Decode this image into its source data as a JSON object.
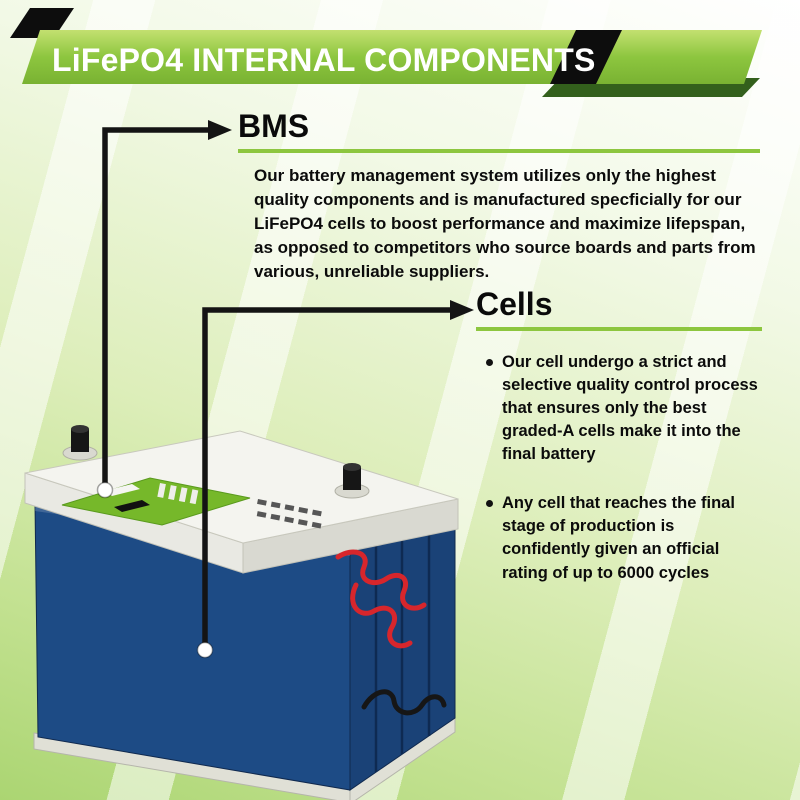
{
  "header": {
    "title": "LiFePO4 INTERNAL COMPONENTS"
  },
  "bms": {
    "title": "BMS",
    "description": "Our battery management system utilizes only the highest quality components and is manufactured specficially for our LiFePO4 cells to boost performance and maximize lifepspan, as opposed to competitors who source boards and parts from various, unreliable suppliers."
  },
  "cells": {
    "title": "Cells",
    "bullets": [
      "Our cell undergo a strict and selective quality control process that ensures only the best graded-A cells make it into the final battery",
      "Any cell that reaches the final stage of production is confidently given an official rating of up to 6000 cycles"
    ]
  },
  "colors": {
    "accent_green": "#8dc63f",
    "banner_shadow_green": "#33601c",
    "battery_blue": "#1d4b85",
    "battery_blue_dark": "#1a4277",
    "board_green": "#76b82a",
    "wire_red": "#d7262c",
    "line_black": "#141414"
  }
}
